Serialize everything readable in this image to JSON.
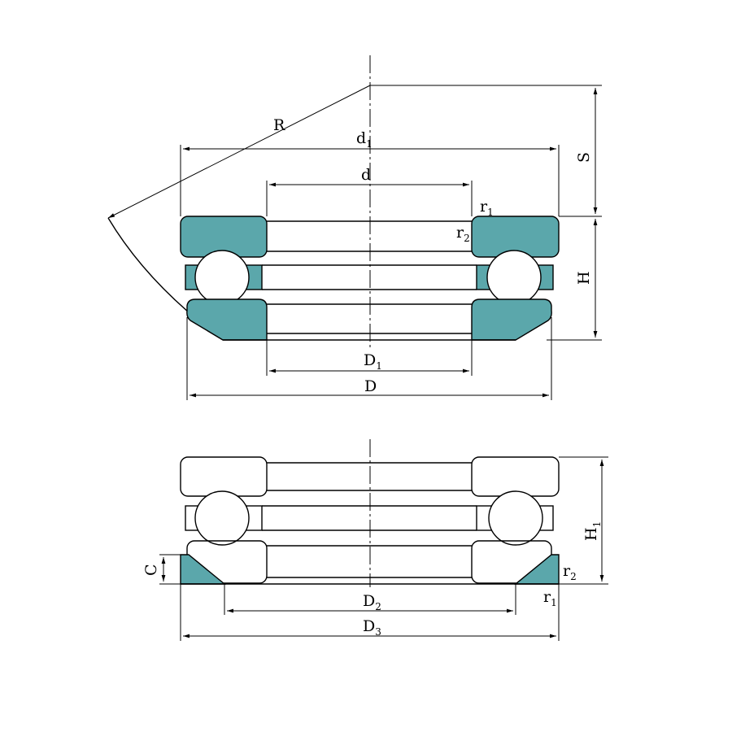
{
  "colors": {
    "section_fill": "#5ba7ab",
    "line": "#000000",
    "background": "#ffffff"
  },
  "top_view": {
    "labels": {
      "R": "R",
      "d1": {
        "main": "d",
        "sub": "1"
      },
      "d": "d",
      "r1": {
        "main": "r",
        "sub": "1"
      },
      "r2": {
        "main": "r",
        "sub": "2"
      },
      "S": "S",
      "H": "H",
      "D1": {
        "main": "D",
        "sub": "1"
      },
      "D": "D"
    }
  },
  "bottom_view": {
    "labels": {
      "C": "C",
      "H1": {
        "main": "H",
        "sub": "1"
      },
      "r2": {
        "main": "r",
        "sub": "2"
      },
      "r1": {
        "main": "r",
        "sub": "1"
      },
      "D2": {
        "main": "D",
        "sub": "2"
      },
      "D3": {
        "main": "D",
        "sub": "3"
      }
    }
  }
}
